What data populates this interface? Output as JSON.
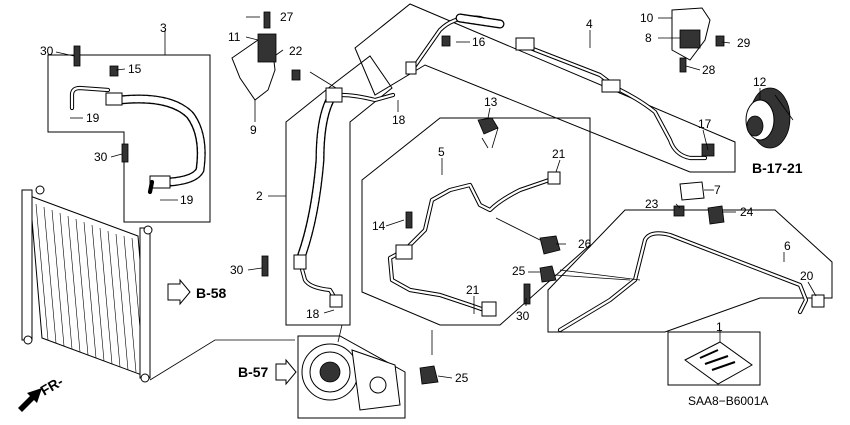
{
  "diagram": {
    "code": "SAA8−B6001A",
    "callouts": [
      {
        "id": "p1",
        "label": "1"
      },
      {
        "id": "p2",
        "label": "2"
      },
      {
        "id": "p3",
        "label": "3"
      },
      {
        "id": "p4",
        "label": "4"
      },
      {
        "id": "p5",
        "label": "5"
      },
      {
        "id": "p6",
        "label": "6"
      },
      {
        "id": "p7",
        "label": "7"
      },
      {
        "id": "p8",
        "label": "8"
      },
      {
        "id": "p9",
        "label": "9"
      },
      {
        "id": "p10",
        "label": "10"
      },
      {
        "id": "p11",
        "label": "11"
      },
      {
        "id": "p12",
        "label": "12"
      },
      {
        "id": "p13",
        "label": "13"
      },
      {
        "id": "p14",
        "label": "14"
      },
      {
        "id": "p15",
        "label": "15"
      },
      {
        "id": "p16",
        "label": "16"
      },
      {
        "id": "p17",
        "label": "17"
      },
      {
        "id": "p18a",
        "label": "18"
      },
      {
        "id": "p18b",
        "label": "18"
      },
      {
        "id": "p19a",
        "label": "19"
      },
      {
        "id": "p19b",
        "label": "19"
      },
      {
        "id": "p20",
        "label": "20"
      },
      {
        "id": "p21a",
        "label": "21"
      },
      {
        "id": "p21b",
        "label": "21"
      },
      {
        "id": "p22",
        "label": "22"
      },
      {
        "id": "p23",
        "label": "23"
      },
      {
        "id": "p24",
        "label": "24"
      },
      {
        "id": "p25a",
        "label": "25"
      },
      {
        "id": "p25b",
        "label": "25"
      },
      {
        "id": "p26",
        "label": "26"
      },
      {
        "id": "p27",
        "label": "27"
      },
      {
        "id": "p28",
        "label": "28"
      },
      {
        "id": "p29",
        "label": "29"
      },
      {
        "id": "p30a",
        "label": "30"
      },
      {
        "id": "p30b",
        "label": "30"
      },
      {
        "id": "p30c",
        "label": "30"
      },
      {
        "id": "p30d",
        "label": "30"
      }
    ],
    "refs": {
      "b58": "B-58",
      "b57": "B-57",
      "b1721": "B-17-21"
    },
    "direction_label": "FR-"
  }
}
